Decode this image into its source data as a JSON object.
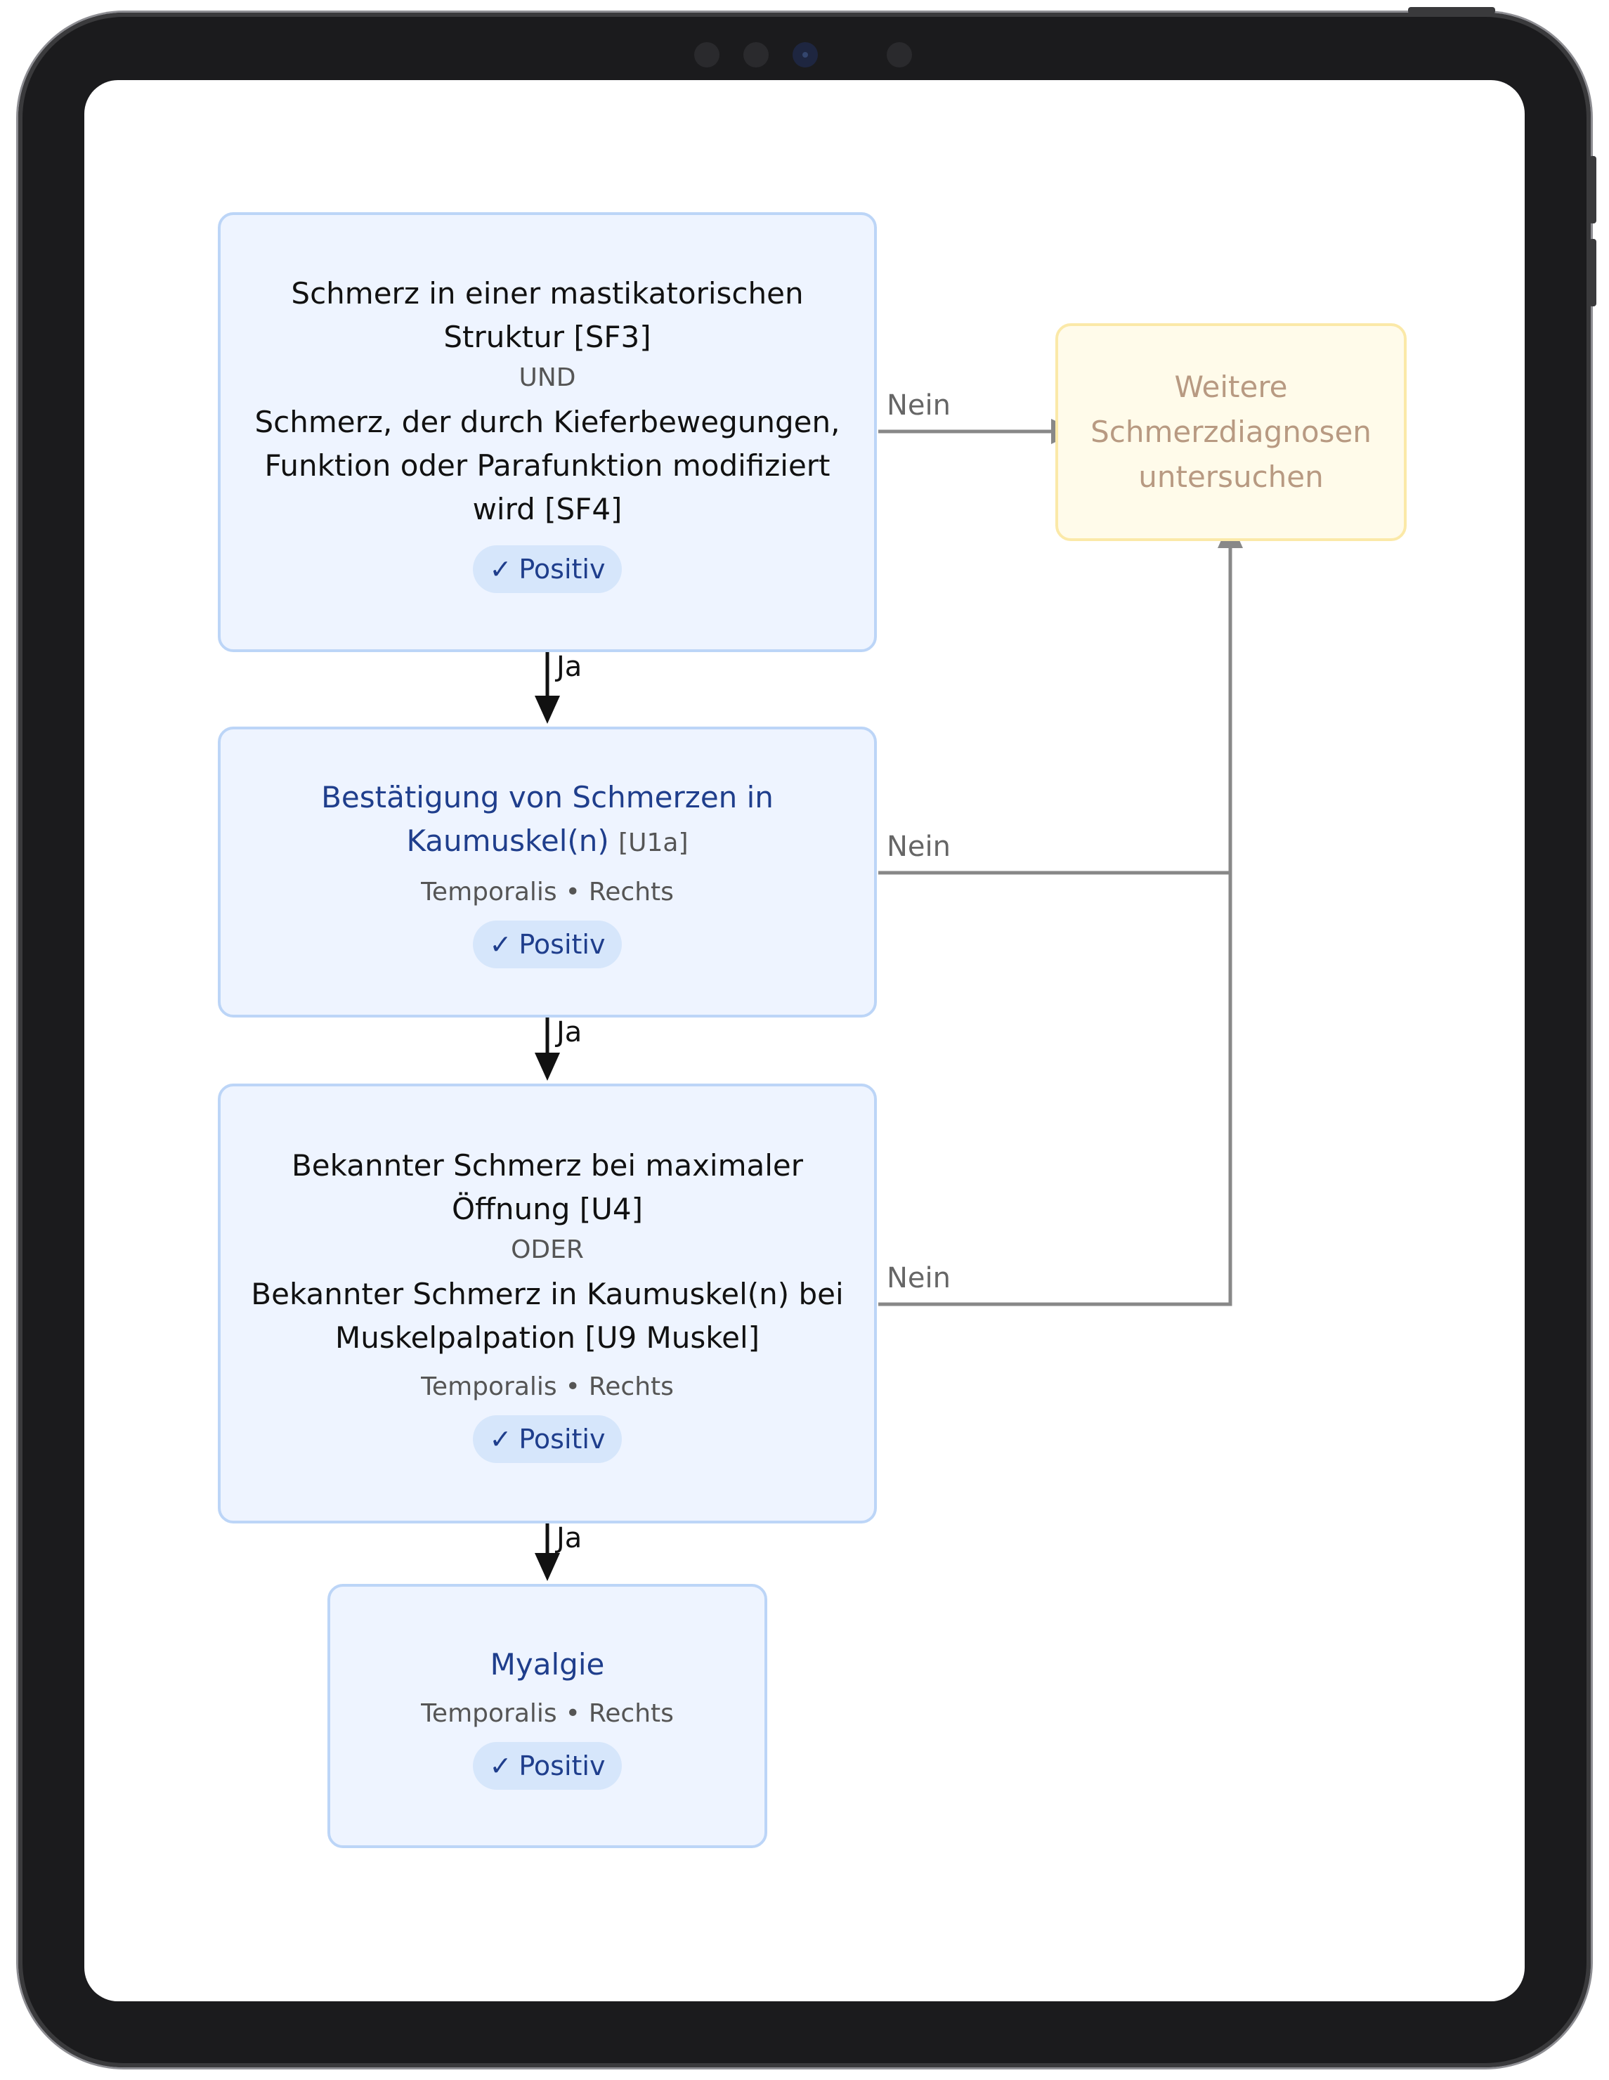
{
  "nodes": {
    "sf": {
      "line1": "Schmerz in einer mastikatorischen",
      "line2": "Struktur [SF3]",
      "op": "UND",
      "line3": "Schmerz, der durch Kieferbewegungen,",
      "line4": "Funktion oder Parafunktion modifiziert",
      "line5": "wird [SF4]",
      "badge": "Positiv"
    },
    "other": {
      "line1": "Weitere",
      "line2": "Schmerzdiagnosen",
      "line3": "untersuchen"
    },
    "u1a": {
      "title1": "Bestätigung von Schmerzen in",
      "title2": "Kaumuskel(n)",
      "ref": "[U1a]",
      "muscle": "Temporalis",
      "side": "Rechts",
      "badge": "Positiv"
    },
    "u4": {
      "line1": "Bekannter Schmerz bei maximaler",
      "line2": "Öffnung [U4]",
      "op": "ODER",
      "line3": "Bekannter Schmerz in Kaumuskel(n) bei",
      "line4": "Muskelpalpation [U9 Muskel]",
      "muscle": "Temporalis",
      "side": "Rechts",
      "badge": "Positiv"
    },
    "myalgie": {
      "title": "Myalgie",
      "muscle": "Temporalis",
      "side": "Rechts",
      "badge": "Positiv"
    }
  },
  "edges": {
    "yes_label": "Ja",
    "no_label": "Nein"
  },
  "icons": {
    "badge_icon": "checkmark-icon",
    "meta_separator": "•"
  },
  "colors": {
    "node_fill": "#eef4ff",
    "node_border": "#bcd5f7",
    "title_blue": "#1f3e8c",
    "badge_fill": "#d6e6fb",
    "alt_fill": "#fffbea",
    "alt_border": "#fbe9a8",
    "alt_text": "#b89a82",
    "yes_arrow": "#111111",
    "no_arrow": "#888888"
  }
}
